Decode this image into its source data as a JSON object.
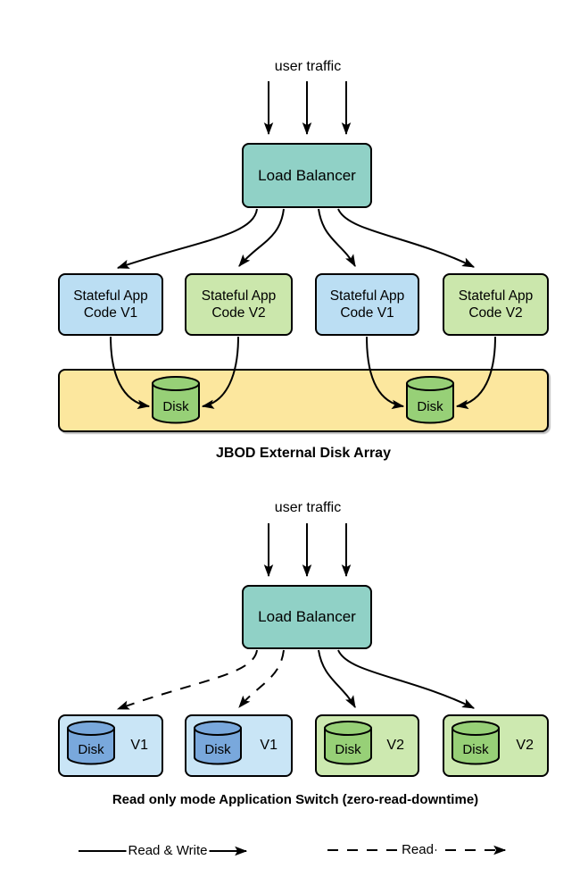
{
  "diagram1": {
    "user_traffic_label": "user traffic",
    "load_balancer_label": "Load Balancer",
    "app_nodes": [
      {
        "label": "Stateful App Code V1",
        "type": "blue"
      },
      {
        "label": "Stateful App Code V2",
        "type": "green"
      },
      {
        "label": "Stateful App Code V1",
        "type": "blue"
      },
      {
        "label": "Stateful App Code V2",
        "type": "green"
      }
    ],
    "disks": [
      {
        "label": "Disk"
      },
      {
        "label": "Disk"
      }
    ],
    "caption": "JBOD External Disk Array"
  },
  "diagram2": {
    "user_traffic_label": "user traffic",
    "load_balancer_label": "Load Balancer",
    "disk_nodes": [
      {
        "disk_label": "Disk",
        "version": "V1",
        "type": "blue",
        "arrow": "dashed"
      },
      {
        "disk_label": "Disk",
        "version": "V1",
        "type": "blue",
        "arrow": "dashed"
      },
      {
        "disk_label": "Disk",
        "version": "V2",
        "type": "green",
        "arrow": "solid"
      },
      {
        "disk_label": "Disk",
        "version": "V2",
        "type": "green",
        "arrow": "solid"
      }
    ],
    "caption": "Read only mode Application Switch (zero-read-downtime)"
  },
  "legend": {
    "solid_label": "Read & Write",
    "dashed_label": "Read"
  },
  "colors": {
    "load_balancer": "#90D1C6",
    "app_blue": "#BBDEF3",
    "app_green": "#CBE7AC",
    "disk_array_band": "#FCE79E",
    "disk_green": "#97D077",
    "disk_blue": "#79A8DC",
    "node_blue_light": "#C9E5F6",
    "node_green_light": "#CDE9B0",
    "stroke": "#000000"
  }
}
